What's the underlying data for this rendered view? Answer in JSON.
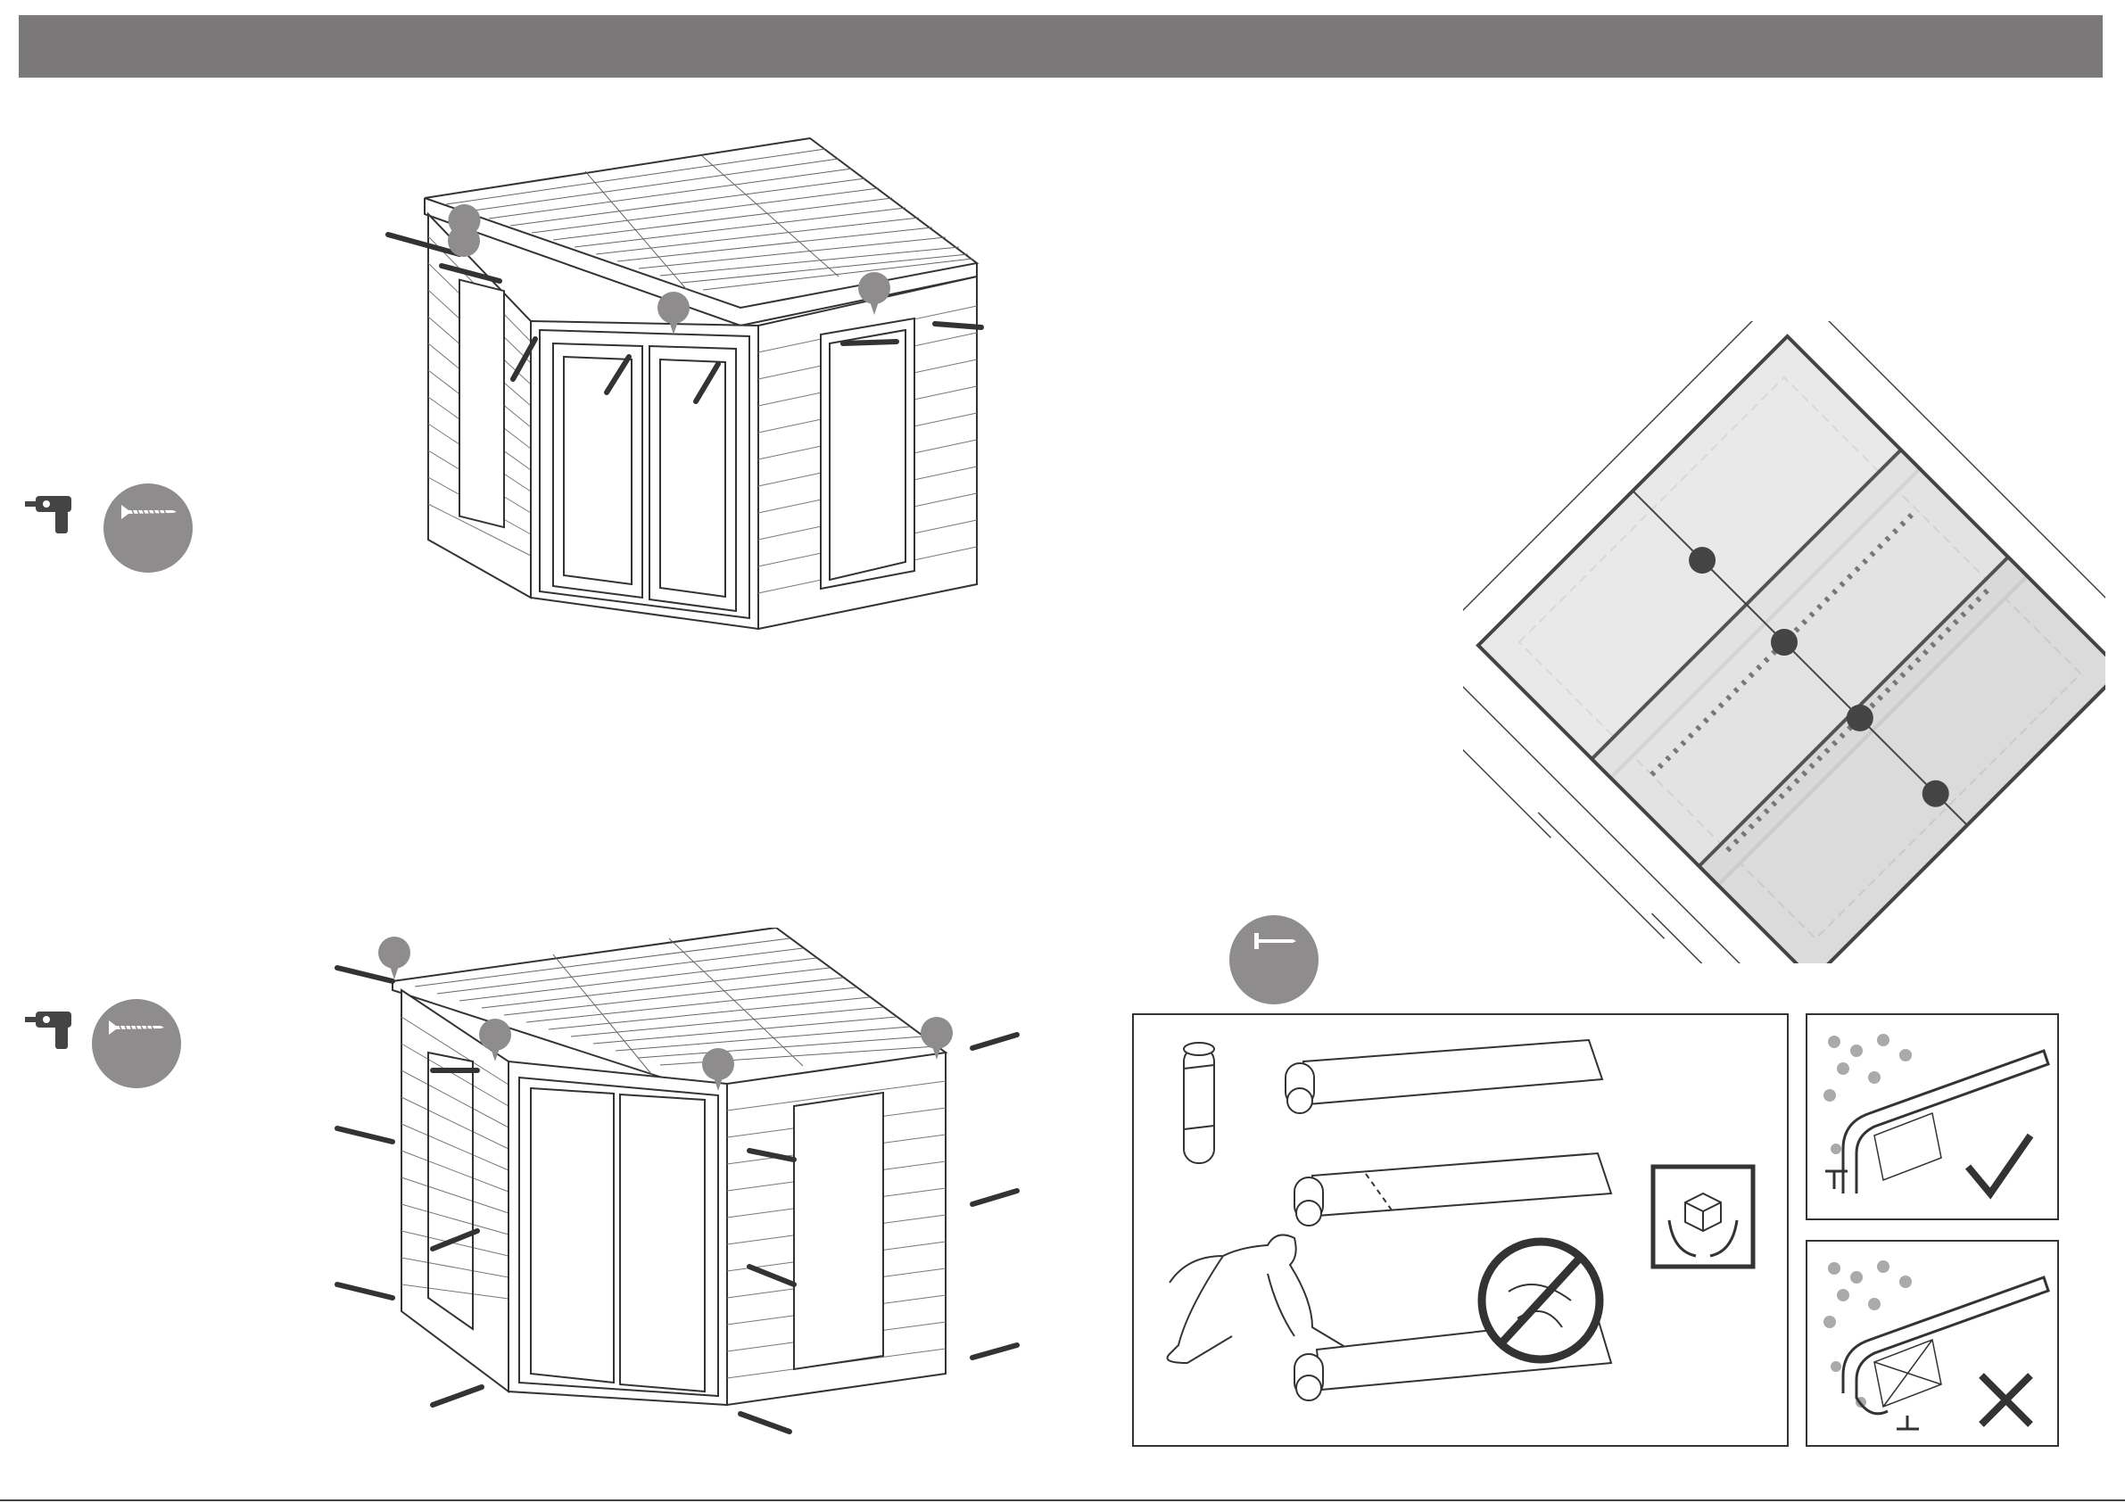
{
  "page": {
    "header_title": ""
  },
  "icons": {
    "drill": "drill-icon",
    "screw": "screw-icon",
    "nail": "nail-icon",
    "fragile": "handle-with-care-icon",
    "prohibited": "no-handling-icon",
    "correct": "check-icon",
    "incorrect": "cross-icon"
  },
  "colors": {
    "header": "#7a7879",
    "badge": "#8e8c8d",
    "line": "#333333",
    "felt_light": "#eeeeee",
    "felt_mid": "#dddddd"
  },
  "steps": [
    {
      "tools": [
        "drill",
        "screw"
      ],
      "figure": "shed-upper-frame-screws"
    },
    {
      "tools": [
        "drill",
        "screw"
      ],
      "figure": "shed-corner-screws"
    },
    {
      "tools": [
        "nail"
      ],
      "figure": "roof-felt-handling"
    }
  ]
}
